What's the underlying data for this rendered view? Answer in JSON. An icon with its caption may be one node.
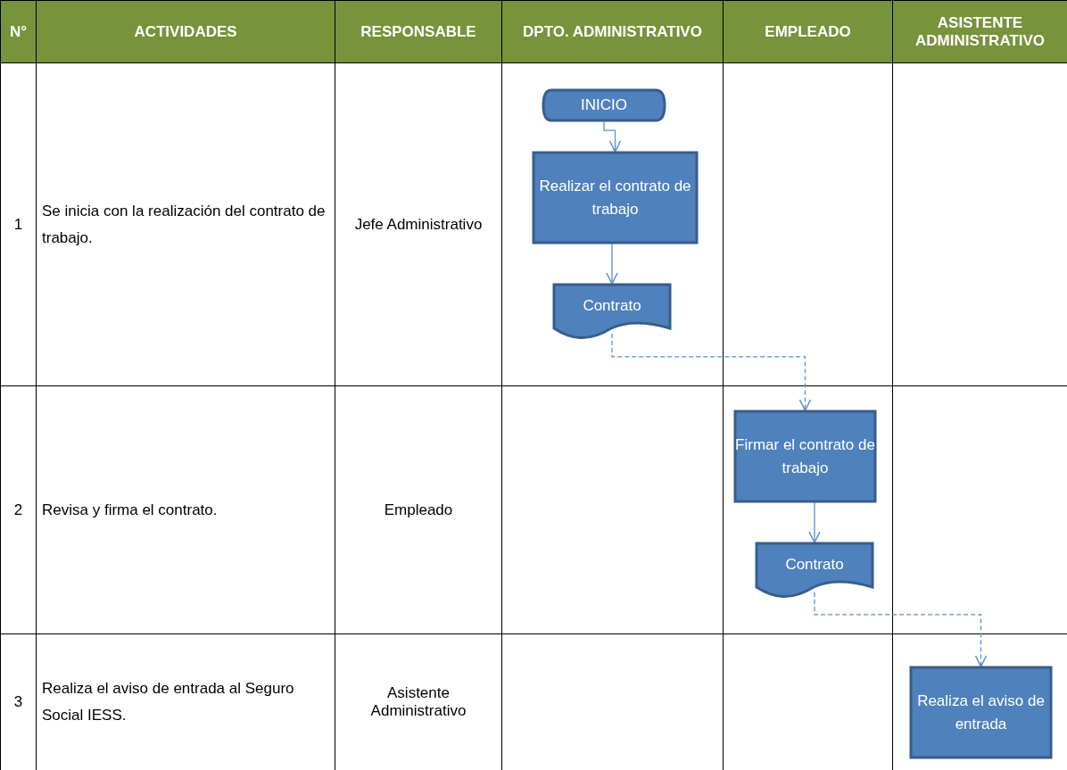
{
  "diagram": {
    "nodes": [
      {
        "text": [
          "INICIO"
        ]
      },
      {
        "text": [
          "Realizar el contrato de trabajo"
        ]
      },
      {
        "text": [
          "Contrato"
        ]
      },
      {
        "text": [
          "Firmar el contrato de trabajo"
        ]
      },
      {
        "text": [
          "Contrato"
        ]
      },
      {
        "text": [
          "Realiza el aviso de entrada"
        ]
      }
    ],
    "edges": [
      {
        "from": 0,
        "to": 1,
        "arrow": "to"
      },
      {
        "from": 1,
        "to": 2,
        "arrow": "to"
      },
      {
        "from": 2,
        "to": 3,
        "arrow": "to",
        "style": "dashed"
      },
      {
        "from": 3,
        "to": 4,
        "arrow": "to"
      },
      {
        "from": 4,
        "to": 5,
        "arrow": "to",
        "style": "dashed"
      }
    ],
    "labels": [
      "N°",
      "ACTIVIDADES",
      "RESPONSABLE",
      "DPTO. ADMINISTRATIVO",
      "EMPLEADO",
      "ASISTENTE ADMINISTRATIVO",
      "1",
      "Se inicia con la realización del contrato de trabajo.",
      "Jefe Administrativo",
      "2",
      "Revisa y firma el contrato.",
      "Empleado",
      "3",
      "Realiza el aviso de entrada al Seguro Social IESS.",
      "Asistente Administrativo"
    ]
  }
}
